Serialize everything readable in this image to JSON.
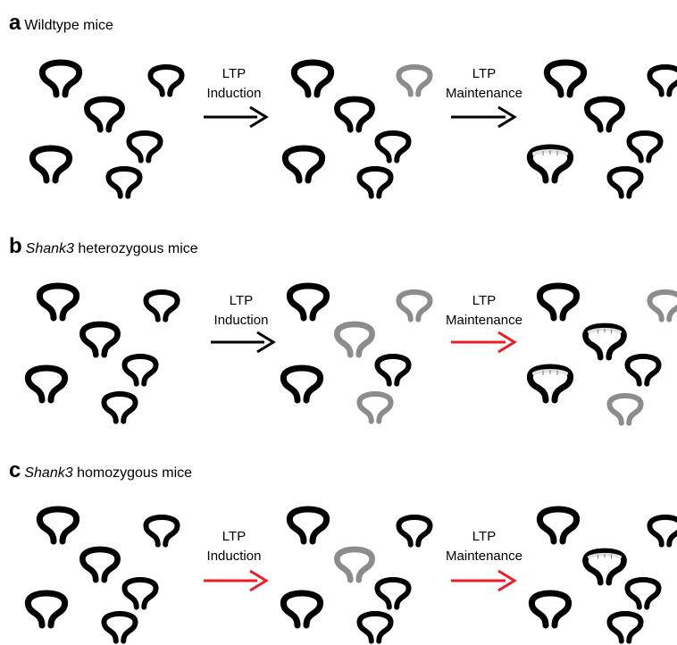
{
  "panels": [
    {
      "letter": "a",
      "title_prefix": "",
      "title_italic": "",
      "title_text": "Wildtype mice",
      "step1": {
        "line1": "LTP",
        "line2": "Induction",
        "arrow_color": "#000000"
      },
      "step2": {
        "line1": "LTP",
        "line2": "Maintenance",
        "arrow_color": "#000000"
      }
    },
    {
      "letter": "b",
      "title_italic": "Shank3",
      "title_text": " heterozygous mice",
      "step1": {
        "line1": "LTP",
        "line2": "Induction",
        "arrow_color": "#000000"
      },
      "step2": {
        "line1": "LTP",
        "line2": "Maintenance",
        "arrow_color": "#ee1c24"
      }
    },
    {
      "letter": "c",
      "title_italic": "Shank3",
      "title_text": " homozygous mice",
      "step1": {
        "line1": "LTP",
        "line2": "Induction",
        "arrow_color": "#ee1c24"
      },
      "step2": {
        "line1": "LTP",
        "line2": "Maintenance",
        "arrow_color": "#ee1c24"
      }
    }
  ],
  "colors": {
    "normal_spine": "#000000",
    "weak_spine": "#8c8c8c",
    "enlarged_fill": "#dcdcdc"
  }
}
